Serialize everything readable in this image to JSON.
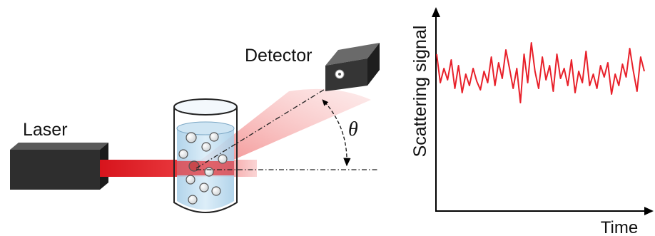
{
  "diagram": {
    "labels": {
      "laser": "Laser",
      "detector": "Detector",
      "angle": "θ"
    }
  },
  "chart": {
    "ylabel": "Scattering signal",
    "xlabel": "Time",
    "line_color": "#e8202a"
  },
  "chart_data": {
    "type": "line",
    "title": "",
    "xlabel": "Time",
    "ylabel": "Scattering signal",
    "grid": false,
    "xlim": [
      0,
      57
    ],
    "ylim": [
      0,
      100
    ],
    "x": [
      0,
      1,
      2,
      3,
      4,
      5,
      6,
      7,
      8,
      9,
      10,
      11,
      12,
      13,
      14,
      15,
      16,
      17,
      18,
      19,
      20,
      21,
      22,
      23,
      24,
      25,
      26,
      27,
      28,
      29,
      30,
      31,
      32,
      33,
      34,
      35,
      36,
      37,
      38,
      39,
      40,
      41,
      42,
      43,
      44,
      45,
      46,
      47,
      48,
      49,
      50,
      51,
      52,
      53,
      54,
      55,
      56,
      57
    ],
    "series": [
      {
        "values": [
          82,
          62,
          72,
          64,
          78,
          58,
          74,
          55,
          68,
          60,
          72,
          63,
          57,
          70,
          62,
          80,
          60,
          76,
          65,
          85,
          72,
          58,
          72,
          48,
          82,
          62,
          90,
          70,
          58,
          80,
          64,
          74,
          56,
          82,
          65,
          72,
          60,
          78,
          55,
          70,
          62,
          84,
          60,
          68,
          58,
          74,
          66,
          76,
          54,
          68,
          60,
          75,
          66,
          86,
          70,
          56,
          80,
          70
        ]
      }
    ]
  }
}
